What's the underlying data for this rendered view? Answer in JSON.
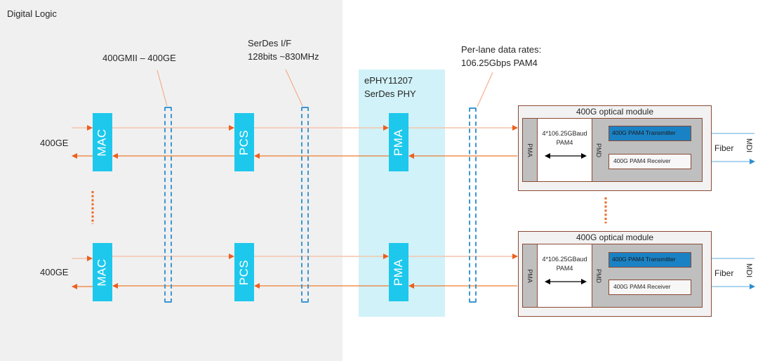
{
  "title": "Digital Logic",
  "annotations": {
    "gmii": "400GMII – 400GE",
    "serdes_if_line1": "SerDes I/F",
    "serdes_if_line2": "128bits ~830MHz",
    "lane_rate_line1": "Per-lane data rates:",
    "lane_rate_line2": "106.25Gbps PAM4"
  },
  "phy": {
    "line1": "ePHY11207",
    "line2": "SerDes PHY"
  },
  "lanes": [
    {
      "port_label": "400GE",
      "mac": "MAC",
      "pcs": "PCS",
      "pma": "PMA",
      "module": {
        "title": "400G optical module",
        "pma": "PMA",
        "link_line1": "4*106.25GBaud",
        "link_line2": "PAM4",
        "pmd": "PMD",
        "transmitter": "400G PAM4 Transmitter",
        "receiver": "400G PAM4 Receiver",
        "fiber": "Fiber",
        "mdi": "MDI"
      }
    },
    {
      "port_label": "400GE",
      "mac": "MAC",
      "pcs": "PCS",
      "pma": "PMA",
      "module": {
        "title": "400G optical module",
        "pma": "PMA",
        "link_line1": "4*106.25GBaud",
        "link_line2": "PAM4",
        "pmd": "PMD",
        "transmitter": "400G PAM4 Transmitter",
        "receiver": "400G PAM4 Receiver",
        "fiber": "Fiber",
        "mdi": "MDI"
      }
    }
  ],
  "colors": {
    "block": "#1ec8ec",
    "tx_arrow": "#f4c4ac",
    "rx_arrow": "#ed7d31",
    "dashed_interface": "#3c96d2",
    "fiber_arrow": "#5aaadc",
    "phy_panel": "#d1f2f8",
    "module_border": "#8b4a34"
  }
}
